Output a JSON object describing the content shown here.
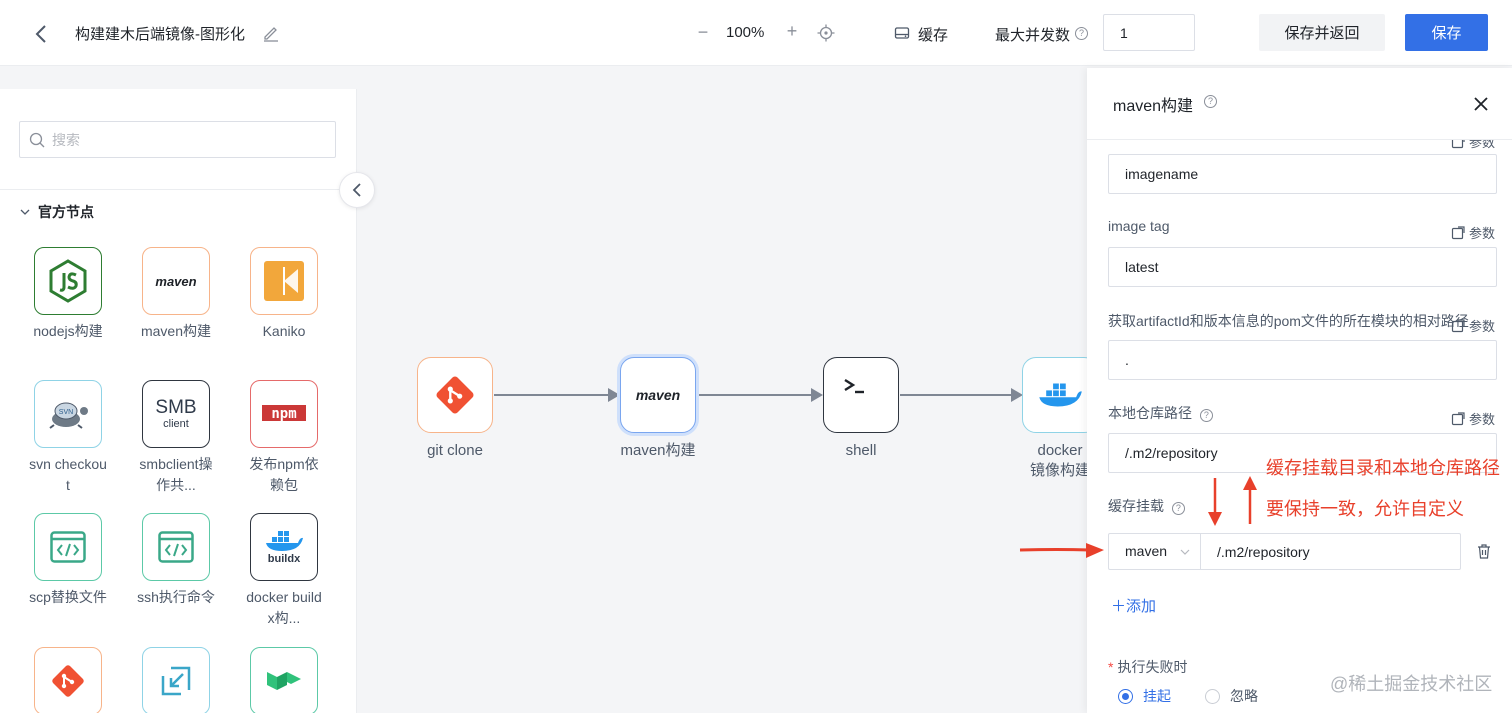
{
  "header": {
    "title": "构建建木后端镜像-图形化",
    "zoom_out": "−",
    "zoom": "100%",
    "zoom_in": "+",
    "cache": "缓存",
    "max_concurrency_label": "最大并发数",
    "max_concurrency_value": "1",
    "save_return": "保存并返回",
    "save": "保存"
  },
  "left_panel": {
    "search_placeholder": "搜索",
    "group": "官方节点",
    "nodes": [
      {
        "label": "nodejs构建",
        "icon": "nodejs-icon"
      },
      {
        "label": "maven构建",
        "icon": "maven-icon"
      },
      {
        "label": "Kaniko",
        "icon": "kaniko-icon"
      },
      {
        "label": "svn checkout",
        "icon": "svn-icon"
      },
      {
        "label": "smbclient操作共...",
        "icon": "smb-icon"
      },
      {
        "label": "发布npm依赖包",
        "icon": "npm-icon"
      },
      {
        "label": "scp替换文件",
        "icon": "code-window-icon"
      },
      {
        "label": "ssh执行命令",
        "icon": "code-window-icon"
      },
      {
        "label": "docker buildx构...",
        "icon": "docker-buildx-icon"
      }
    ],
    "icon_text": {
      "maven": "maven",
      "smb_top": "SMB",
      "smb_bottom": "client",
      "svn": "SVN",
      "npm": "npm",
      "buildx": "buildx"
    }
  },
  "canvas": {
    "nodes": [
      {
        "label": "git clone",
        "icon": "git-icon"
      },
      {
        "label": "maven构建",
        "icon": "maven-icon"
      },
      {
        "label": "shell",
        "icon": "terminal-icon"
      },
      {
        "label": "docker镜像构建",
        "icon": "docker-icon"
      }
    ],
    "maven_text": "maven"
  },
  "drawer": {
    "title": "maven构建",
    "param_label": "参数",
    "image_name_value": "imagename",
    "image_tag_label": "image tag",
    "image_tag_value": "latest",
    "pom_label": "获取artifactId和版本信息的pom文件的所在模块的相对路径",
    "pom_value": ".",
    "local_repo_label": "本地仓库路径",
    "local_repo_value": "/.m2/repository",
    "cache_mount_label": "缓存挂载",
    "mount_select": "maven",
    "mount_path": "/.m2/repository",
    "add": "添加",
    "fail_label": "执行失败时",
    "fail_required": "*",
    "fail_options": [
      {
        "label": "挂起",
        "selected": true
      },
      {
        "label": "忽略",
        "selected": false
      }
    ]
  },
  "annotations": {
    "line1": "缓存挂载目录和本地仓库路径",
    "line2": "要保持一致，允许自定义"
  },
  "watermark": "@稀土掘金技术社区",
  "colors": {
    "primary": "#3370e6",
    "annotation": "#e8402b",
    "git": "#f05133",
    "docker": "#2496ed",
    "nodejs": "#2e7d32"
  }
}
